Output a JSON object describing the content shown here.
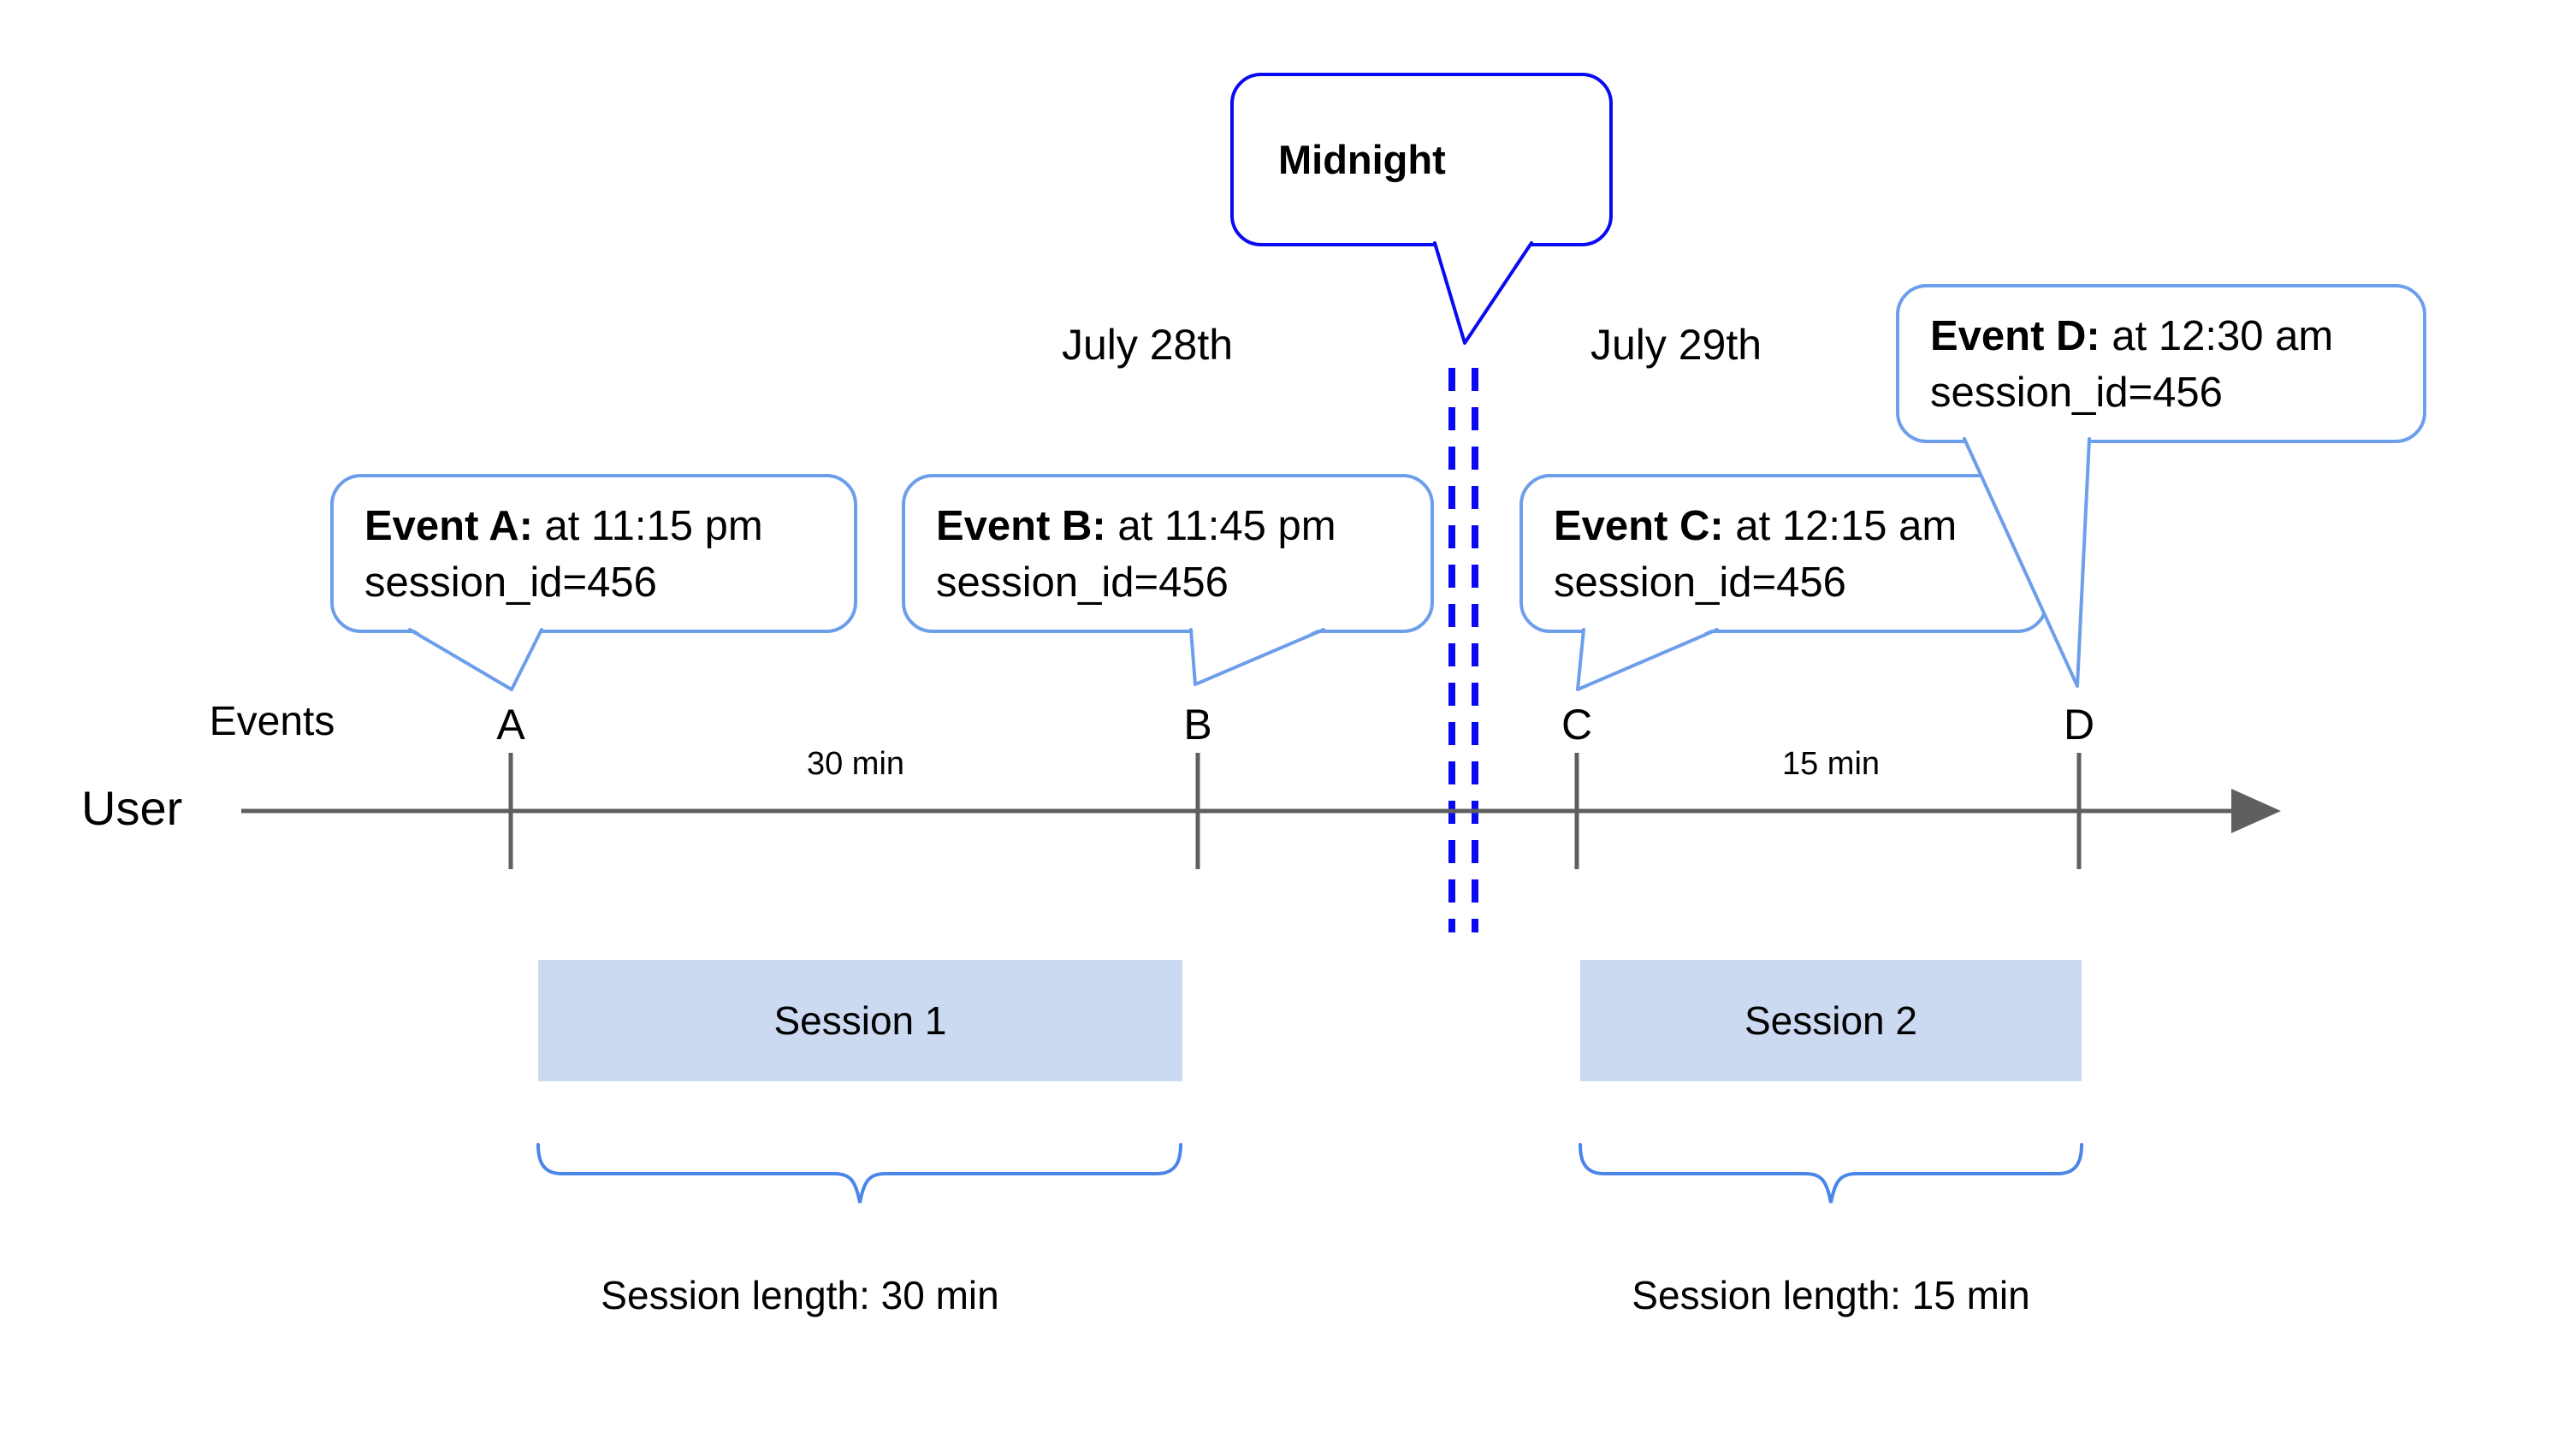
{
  "palette": {
    "primary_blue": "#0a0af2",
    "bubble_blue": "#6d9eeb",
    "brace_blue": "#4a86e8",
    "session_fill": "#cbd9f1",
    "axis_gray": "#5f5f5f",
    "text_black": "#000000"
  },
  "midnight": {
    "label": "Midnight"
  },
  "days": [
    {
      "label": "July 28th"
    },
    {
      "label": "July 29th"
    }
  ],
  "events": [
    {
      "letter": "A",
      "title_bold": "Event A:",
      "title_rest": " at 11:15 pm",
      "session_line": "session_id=456"
    },
    {
      "letter": "B",
      "title_bold": "Event B:",
      "title_rest": " at 11:45 pm",
      "session_line": "session_id=456"
    },
    {
      "letter": "C",
      "title_bold": "Event C:",
      "title_rest": " at 12:15 am",
      "session_line": "session_id=456"
    },
    {
      "letter": "D",
      "title_bold": "Event D:",
      "title_rest": " at 12:30 am",
      "session_line": "session_id=456"
    }
  ],
  "axis": {
    "events_label": "Events",
    "user_label": "User",
    "intervals": [
      {
        "label": "30 min"
      },
      {
        "label": "15 min"
      }
    ]
  },
  "sessions": [
    {
      "name": "Session 1",
      "length_label": "Session length: 30 min"
    },
    {
      "name": "Session 2",
      "length_label": "Session length: 15 min"
    }
  ]
}
